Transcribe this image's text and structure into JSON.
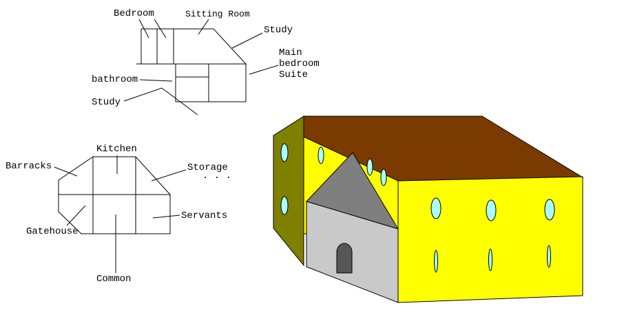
{
  "colors": {
    "outline": "#000000",
    "roof_brown": "#7a3a00",
    "wall_yellow": "#ffff00",
    "wall_olive": "#7f7f00",
    "gable_gray": "#7f7f7f",
    "front_gray": "#c9c9c9",
    "door_gray": "#575757",
    "window_cyan": "#aaffff"
  },
  "upper_plan": {
    "labels": {
      "bedroom": "Bedroom",
      "sitting_room": "Sitting Room",
      "study_top": "Study",
      "main_suite": "Main\nbedroom\nSuite",
      "bathroom": "bathroom",
      "study_lower": "Study"
    }
  },
  "lower_plan": {
    "labels": {
      "kitchen": "Kitchen",
      "barracks": "Barracks",
      "storage": "Storage",
      "storage_dots": ". . .",
      "servants": "Servants",
      "gatehouse": "Gatehouse",
      "common": "Common"
    }
  }
}
